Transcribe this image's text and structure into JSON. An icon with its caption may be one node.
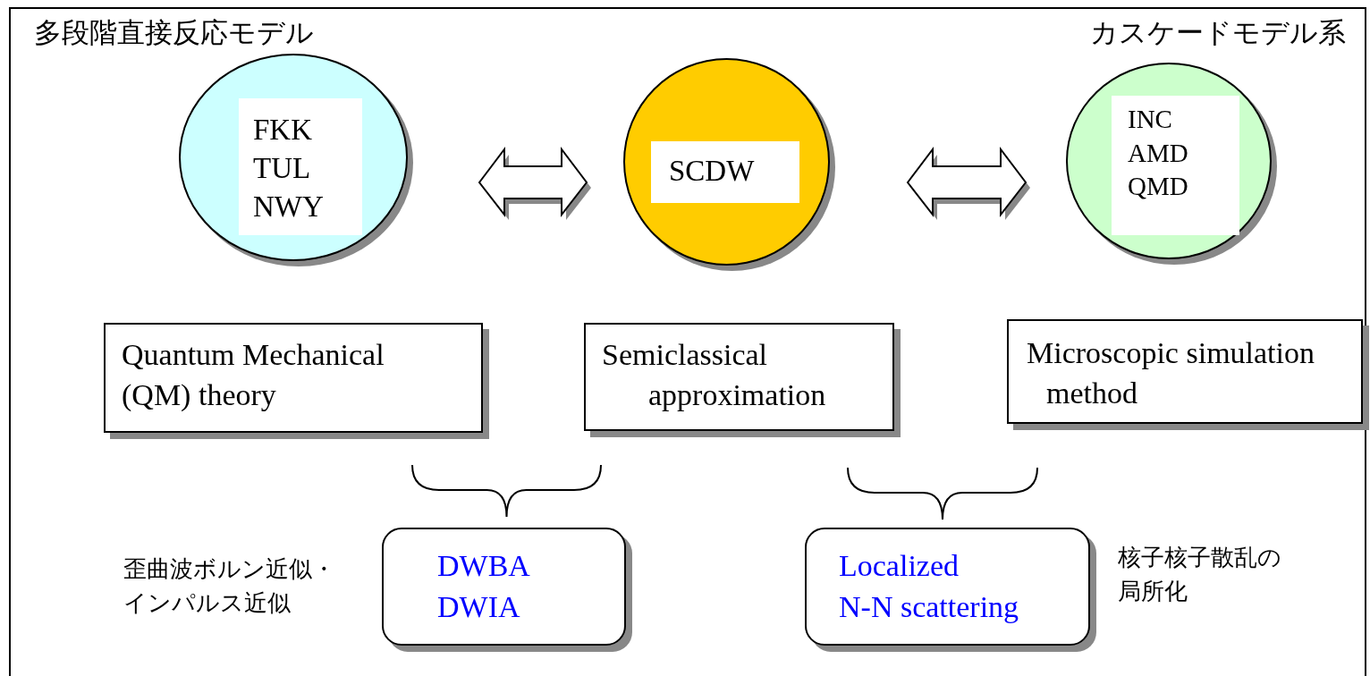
{
  "diagram": {
    "nodes": [
      {
        "text": [
          "FKK TUL NWY"
        ]
      },
      {
        "text": [
          "SCDW"
        ]
      },
      {
        "text": [
          "INC AMD QMD"
        ]
      },
      {
        "text": [
          "Quantum Mechanical (QM) theory"
        ]
      },
      {
        "text": [
          "Semiclassical approximation"
        ]
      },
      {
        "text": [
          "Microscopic simulation method"
        ]
      },
      {
        "text": [
          "DWBA DWIA"
        ],
        "beside": [
          "歪曲波ボルン近似・インパルス近似"
        ]
      },
      {
        "text": [
          "Localized N-N scattering"
        ],
        "beside": [
          "核子核子散乱の局所化"
        ]
      }
    ],
    "edges": [
      {
        "from": 0,
        "to": 1,
        "arrow": "both"
      },
      {
        "from": 1,
        "to": 2,
        "arrow": "both"
      }
    ],
    "labels": [
      "多段階直接反応モデル",
      "カスケードモデル系"
    ]
  }
}
